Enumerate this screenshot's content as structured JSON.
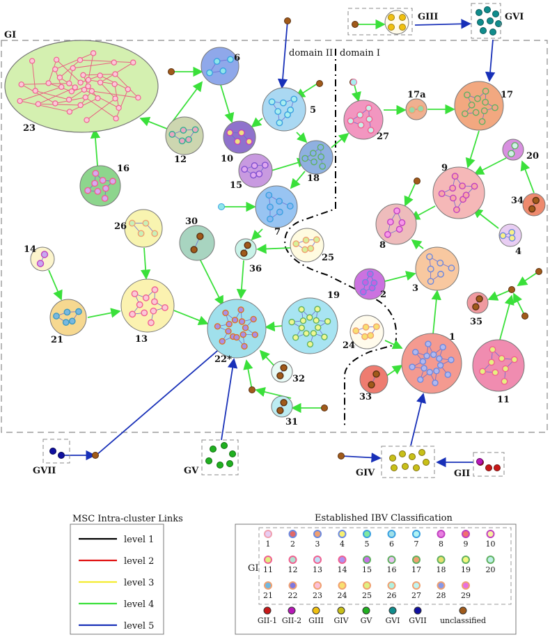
{
  "domains": {
    "left": "domain II",
    "right": "domain I"
  },
  "groups": {
    "GI": "GI",
    "GIII": "GIII",
    "GVI": "GVI",
    "GVII": "GVII",
    "GV": "GV",
    "GIV": "GIV",
    "GII": "GII"
  },
  "clusters": [
    {
      "id": "23",
      "label": "23",
      "color": "#d4f0b0",
      "shape": "blob"
    },
    {
      "id": "6",
      "label": "6",
      "color": "#8fa8ea"
    },
    {
      "id": "12",
      "label": "12",
      "color": "#cdd6b0"
    },
    {
      "id": "16",
      "label": "16",
      "color": "#8dd58d"
    },
    {
      "id": "5",
      "label": "5",
      "color": "#aad8f2"
    },
    {
      "id": "10",
      "label": "10",
      "color": "#8f72cc"
    },
    {
      "id": "15",
      "label": "15",
      "color": "#c89ae0"
    },
    {
      "id": "18",
      "label": "18",
      "color": "#8fb0e0"
    },
    {
      "id": "7",
      "label": "7",
      "color": "#98c4f2"
    },
    {
      "id": "27",
      "label": "27",
      "color": "#f296c0"
    },
    {
      "id": "17a",
      "label": "17a",
      "color": "#f0b090"
    },
    {
      "id": "17",
      "label": "17",
      "color": "#f2a880"
    },
    {
      "id": "20",
      "label": "20",
      "color": "#d890e0"
    },
    {
      "id": "9",
      "label": "9",
      "color": "#f5b8b8"
    },
    {
      "id": "34",
      "label": "34",
      "color": "#ee8a6e"
    },
    {
      "id": "26",
      "label": "26",
      "color": "#f8f4b0"
    },
    {
      "id": "30",
      "label": "30",
      "color": "#a8d4c0"
    },
    {
      "id": "14",
      "label": "14",
      "color": "#fcf4cc"
    },
    {
      "id": "36",
      "label": "36",
      "color": "#c8f2e8"
    },
    {
      "id": "25",
      "label": "25",
      "color": "#fffbe0"
    },
    {
      "id": "8",
      "label": "8",
      "color": "#eebcbc"
    },
    {
      "id": "4",
      "label": "4",
      "color": "#e8cdf2"
    },
    {
      "id": "21",
      "label": "21",
      "color": "#f6d890"
    },
    {
      "id": "13",
      "label": "13",
      "color": "#fbf2b0"
    },
    {
      "id": "22",
      "label": "22*",
      "color": "#a0e0ec"
    },
    {
      "id": "19",
      "label": "19",
      "color": "#a8e4f2"
    },
    {
      "id": "3",
      "label": "3",
      "color": "#f8c8a0"
    },
    {
      "id": "2",
      "label": "2",
      "color": "#cc72e0"
    },
    {
      "id": "35",
      "label": "35",
      "color": "#f09aa0"
    },
    {
      "id": "24",
      "label": "24",
      "color": "#fffbec"
    },
    {
      "id": "1",
      "label": "1",
      "color": "#f49a90"
    },
    {
      "id": "11",
      "label": "11",
      "color": "#f08cb0"
    },
    {
      "id": "33",
      "label": "33",
      "color": "#ee7c70"
    },
    {
      "id": "32",
      "label": "32",
      "color": "#e8faf6"
    },
    {
      "id": "31",
      "label": "31",
      "color": "#bcecf2"
    }
  ],
  "legend_links": {
    "title": "MSC Intra-cluster Links",
    "items": [
      {
        "label": "level 1",
        "color": "#000000"
      },
      {
        "label": "level 2",
        "color": "#e01010"
      },
      {
        "label": "level 3",
        "color": "#f4ec30"
      },
      {
        "label": "level 4",
        "color": "#3ae03a"
      },
      {
        "label": "level 5",
        "color": "#1830b8"
      }
    ]
  },
  "legend_ibv": {
    "title": "Established IBV Classification",
    "gi_label": "GI",
    "gi_items": [
      {
        "label": "1",
        "fill": "#e8cdf2",
        "ring": "#f0a0b0"
      },
      {
        "label": "2",
        "fill": "#e06868",
        "ring": "#6a88e0"
      },
      {
        "label": "3",
        "fill": "#f0a070",
        "ring": "#6a88e0"
      },
      {
        "label": "4",
        "fill": "#f8f070",
        "ring": "#6a88e0"
      },
      {
        "label": "5",
        "fill": "#80e8a0",
        "ring": "#3aa0e0"
      },
      {
        "label": "6",
        "fill": "#a0e0e8",
        "ring": "#3aa0e0"
      },
      {
        "label": "7",
        "fill": "#b0f4f4",
        "ring": "#3aa0e0"
      },
      {
        "label": "8",
        "fill": "#e880e0",
        "ring": "#c040c0"
      },
      {
        "label": "9",
        "fill": "#f07070",
        "ring": "#c040c0"
      },
      {
        "label": "10",
        "fill": "#f8f0a0",
        "ring": "#c040c0"
      },
      {
        "label": "11",
        "fill": "#e0f080",
        "ring": "#f06090"
      },
      {
        "label": "12",
        "fill": "#b0e0d0",
        "ring": "#f06090"
      },
      {
        "label": "13",
        "fill": "#c0e0f8",
        "ring": "#f06090"
      },
      {
        "label": "14",
        "fill": "#b090f0",
        "ring": "#f06090"
      },
      {
        "label": "15",
        "fill": "#c870e8",
        "ring": "#60b060"
      },
      {
        "label": "16",
        "fill": "#e8c0f0",
        "ring": "#60b060"
      },
      {
        "label": "17",
        "fill": "#f0a070",
        "ring": "#60b060"
      },
      {
        "label": "18",
        "fill": "#e8e070",
        "ring": "#60b060"
      },
      {
        "label": "19",
        "fill": "#f4f880",
        "ring": "#60b060"
      },
      {
        "label": "20",
        "fill": "#c0f0e8",
        "ring": "#60b060"
      },
      {
        "label": "21",
        "fill": "#70b8e0",
        "ring": "#f0a070"
      },
      {
        "label": "22",
        "fill": "#8078e0",
        "ring": "#f0a070"
      },
      {
        "label": "23",
        "fill": "#fcc0d8",
        "ring": "#f0a070"
      },
      {
        "label": "24",
        "fill": "#f8e070",
        "ring": "#f0a070"
      },
      {
        "label": "25",
        "fill": "#e0f080",
        "ring": "#f0a070"
      },
      {
        "label": "26",
        "fill": "#b0f0e0",
        "ring": "#f0a070"
      },
      {
        "label": "27",
        "fill": "#c0f4f0",
        "ring": "#f0a070"
      },
      {
        "label": "28",
        "fill": "#8898e8",
        "ring": "#f0a070"
      },
      {
        "label": "29",
        "fill": "#e870e0",
        "ring": "#f0a070"
      }
    ],
    "other_items": [
      {
        "label": "GII-1",
        "fill": "#c81818"
      },
      {
        "label": "GII-2",
        "fill": "#b818b8"
      },
      {
        "label": "GIII",
        "fill": "#f0c010"
      },
      {
        "label": "GIV",
        "fill": "#c8c018"
      },
      {
        "label": "GV",
        "fill": "#20b020"
      },
      {
        "label": "GVI",
        "fill": "#108c8c"
      },
      {
        "label": "GVII",
        "fill": "#1010a0"
      },
      {
        "label": "unclassified",
        "fill": "#a05a1a"
      }
    ]
  }
}
